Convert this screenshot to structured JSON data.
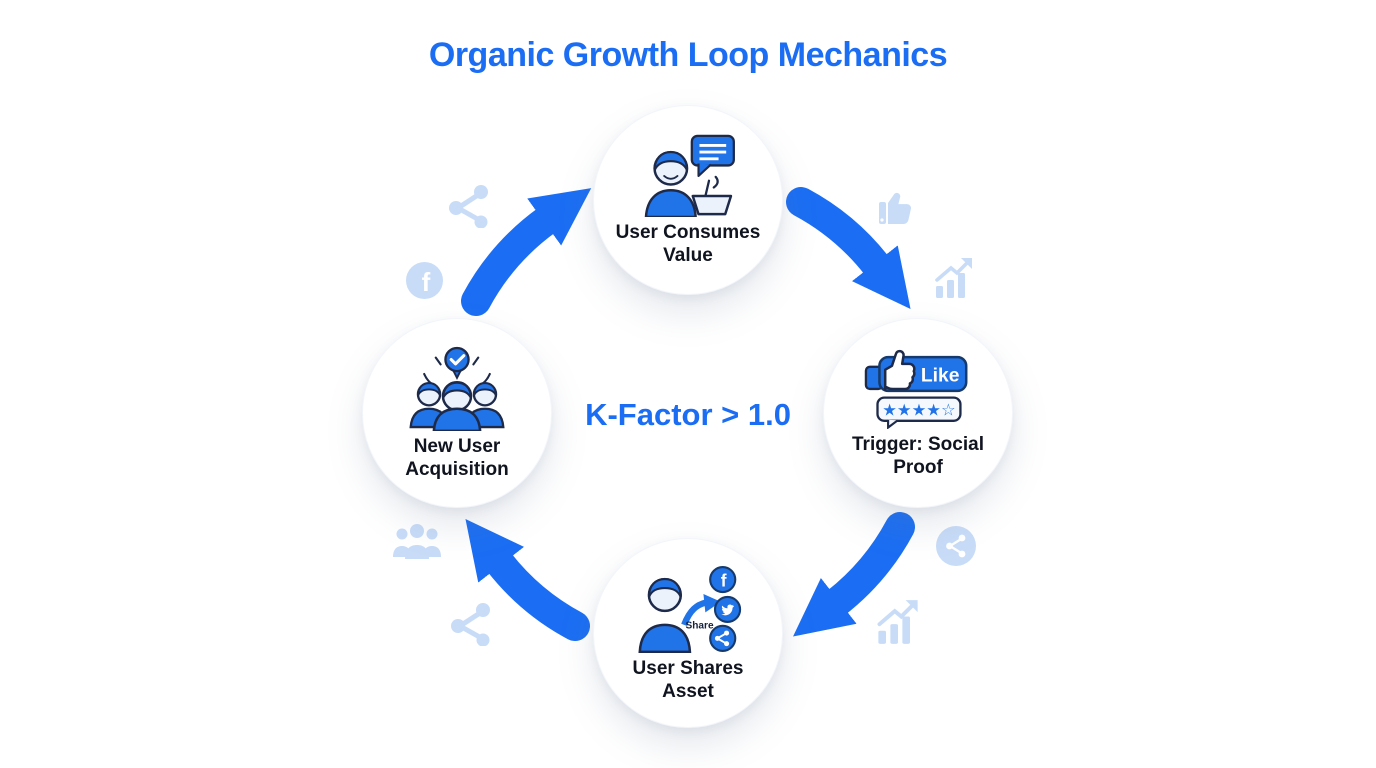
{
  "title": "Organic Growth Loop Mechanics",
  "center_label": "K-Factor > 1.0",
  "colors": {
    "accent": "#1b6ef3",
    "icon_blue": "#2173e8",
    "icon_outline": "#1e2a4a",
    "decor_light_blue": "#c8dcf8",
    "node_text": "#10141f",
    "node_background": "#ffffff"
  },
  "nodes": [
    {
      "id": "consume",
      "label": "User Consumes Value",
      "icon": "user-consuming-content-icon"
    },
    {
      "id": "trigger",
      "label": "Trigger: Social Proof",
      "icon": "like-button-star-rating-icon",
      "like_label": "Like",
      "stars_filled": "★★★★",
      "star_empty": "☆"
    },
    {
      "id": "share",
      "label": "User Shares Asset",
      "icon": "user-sharing-social-icon",
      "share_label": "Share",
      "facebook_letter": "f"
    },
    {
      "id": "acquire",
      "label": "New User Acquisition",
      "icon": "new-users-verified-icon"
    }
  ],
  "loop": {
    "direction": "clockwise",
    "arrows": [
      "acquire-to-consume",
      "consume-to-trigger",
      "trigger-to-share",
      "share-to-acquire"
    ]
  },
  "background_icons": [
    "share-icon",
    "facebook-icon",
    "thumbs-up-icon",
    "growth-chart-icon",
    "people-group-icon",
    "share-icon",
    "share-circle-icon",
    "growth-chart-icon"
  ],
  "decor": {
    "facebook_letter": "f"
  }
}
